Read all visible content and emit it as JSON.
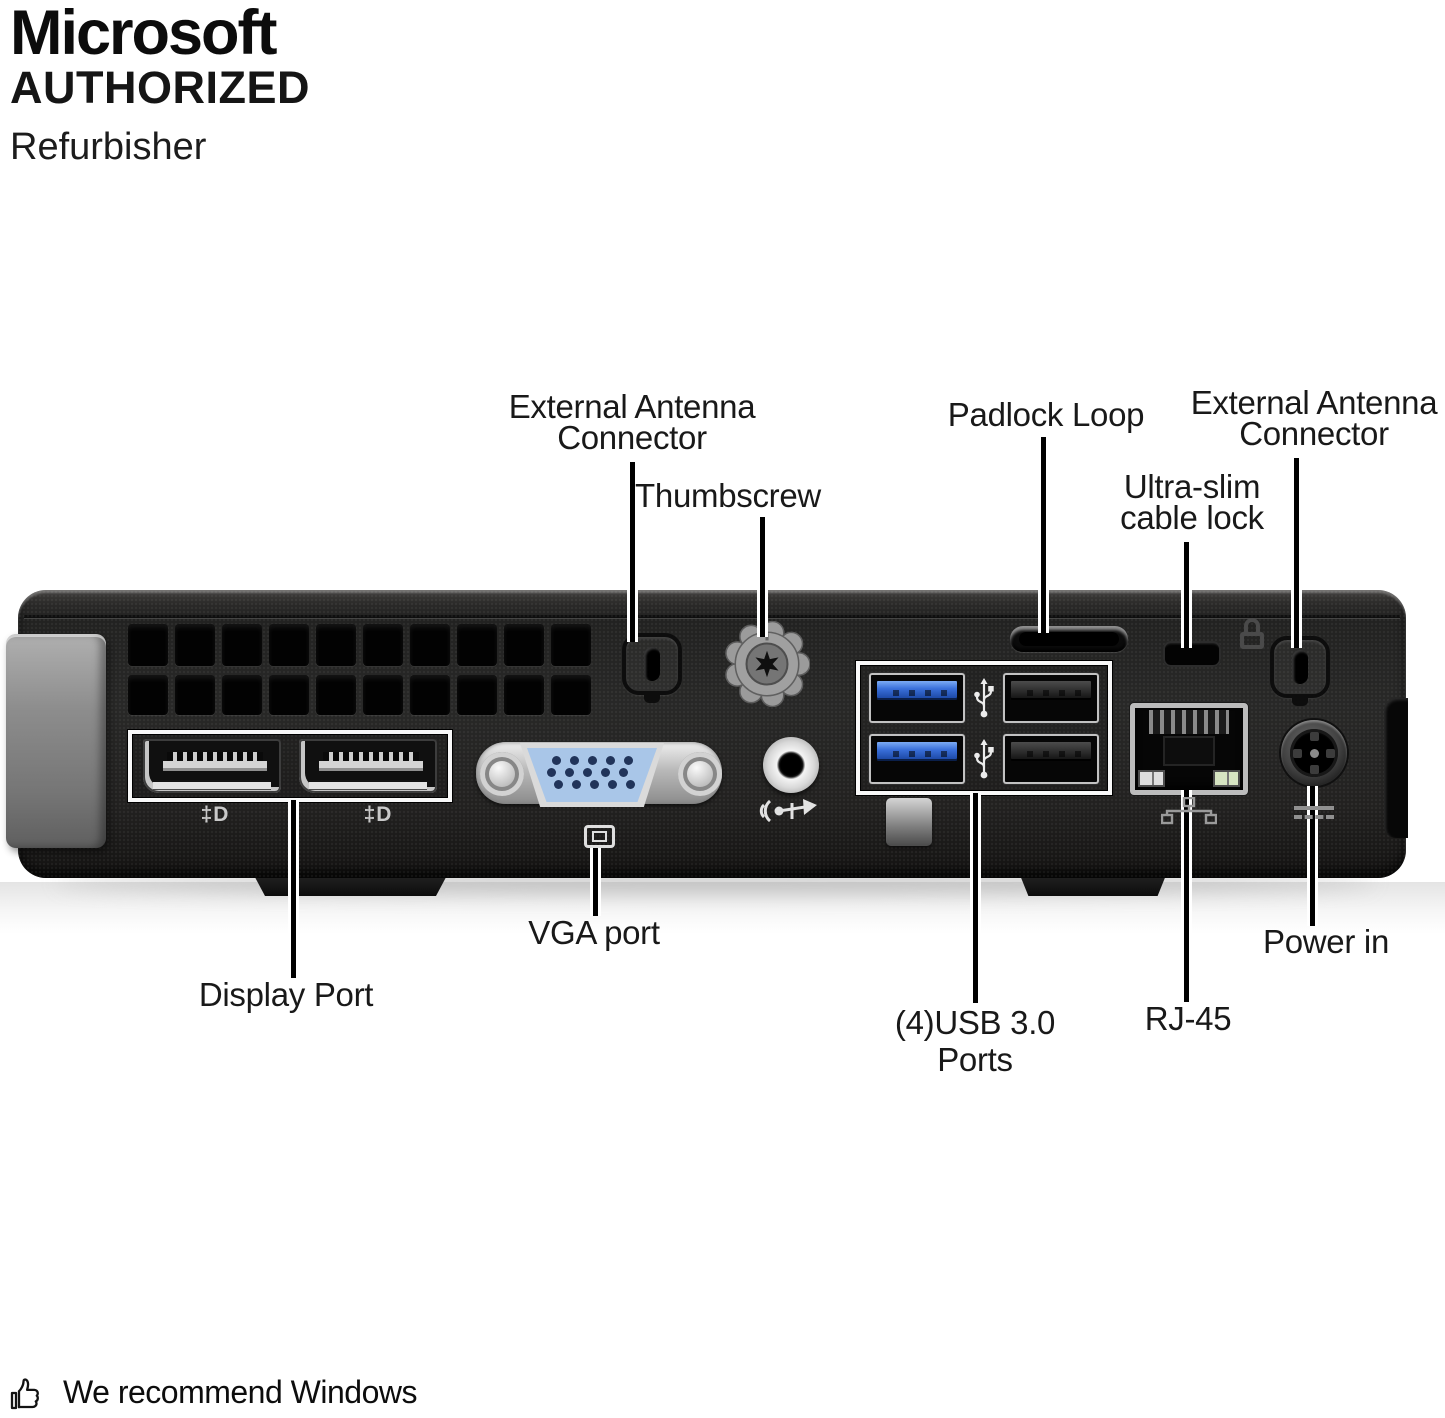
{
  "branding": {
    "title": "Microsoft",
    "subtitle": "AUTHORIZED",
    "tagline": "Refurbisher"
  },
  "callouts": {
    "external_antenna_left": {
      "lines": [
        "External Antenna",
        "Connector"
      ]
    },
    "thumbscrew": {
      "lines": [
        "Thumbscrew"
      ]
    },
    "padlock_loop": {
      "lines": [
        "Padlock Loop"
      ]
    },
    "ultra_slim_cable_lock": {
      "lines": [
        "Ultra-slim",
        "cable lock"
      ]
    },
    "external_antenna_right": {
      "lines": [
        "External Antenna",
        "Connector"
      ]
    },
    "display_port": {
      "lines": [
        "Display Port"
      ]
    },
    "vga_port": {
      "lines": [
        "VGA port"
      ]
    },
    "usb_ports": {
      "lines": [
        "(4)USB 3.0",
        "Ports"
      ]
    },
    "rj45": {
      "lines": [
        "RJ-45"
      ]
    },
    "power_in": {
      "lines": [
        "Power in"
      ]
    }
  },
  "device": {
    "displayport_logo_glyph": "‡D",
    "colors": {
      "chassis": "#232322",
      "vga_blue": "#a9c6e8",
      "usb3_blue": "#3a70da",
      "rj45_led_green": "#d6e4c2",
      "latch_gray": "#8d8d8d",
      "label_text": "#191919"
    }
  },
  "footer": {
    "recommendation": "We recommend Windows"
  }
}
